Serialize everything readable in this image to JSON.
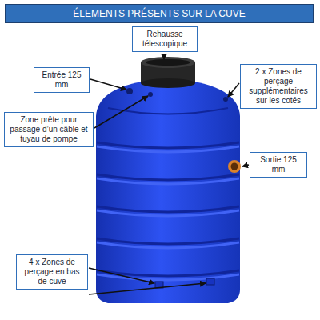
{
  "diagram": {
    "title": "ÉLEMENTS PRÉSENTS SUR LA CUVE",
    "nodes": [
      {
        "text": [
          "Rehausse télescopique"
        ]
      },
      {
        "text": [
          "Entrée 125 mm"
        ]
      },
      {
        "text": [
          "2 x Zones de perçage supplémentaires sur les cotés"
        ]
      },
      {
        "text": [
          "Zone prête pour passage d’un câble et tuyau de pompe"
        ]
      },
      {
        "text": [
          "Sortie 125 mm"
        ]
      },
      {
        "text": [
          "4 x Zones de perçage en bas de cuve"
        ]
      }
    ]
  }
}
